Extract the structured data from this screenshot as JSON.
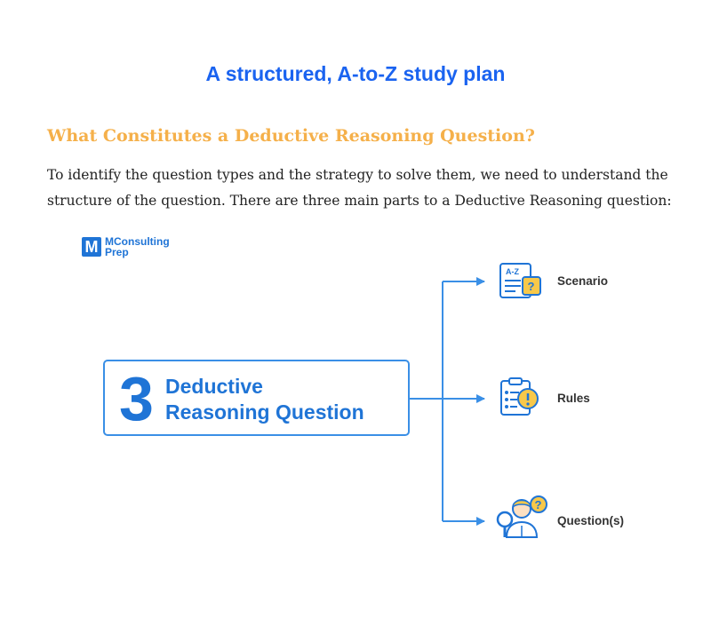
{
  "headline": "A structured, A-to-Z study plan",
  "section_title": "What Constitutes a Deductive Reasoning Question?",
  "intro_line1": "To identify the question types and the strategy to solve them, we need to understand the",
  "intro_line2": "structure of the question. There are three main parts to a Deductive Reasoning question:",
  "logo": {
    "mark": "M",
    "line1": "MConsulting",
    "line2": "Prep"
  },
  "diagram": {
    "number": "3",
    "label_line1": "Deductive",
    "label_line2": "Reasoning Question",
    "branches": [
      {
        "label": "Scenario",
        "icon": "a-to-z-document-icon",
        "icon_text": "A-Z"
      },
      {
        "label": "Rules",
        "icon": "clipboard-alert-icon"
      },
      {
        "label": "Question(s)",
        "icon": "person-magnifier-question-icon"
      }
    ]
  },
  "colors": {
    "headline": "#1a63f0",
    "section_title": "#f5b04a",
    "brand_blue": "#1f74d6",
    "connector": "#3a8fe6",
    "icon_yellow": "#f7c84a"
  }
}
